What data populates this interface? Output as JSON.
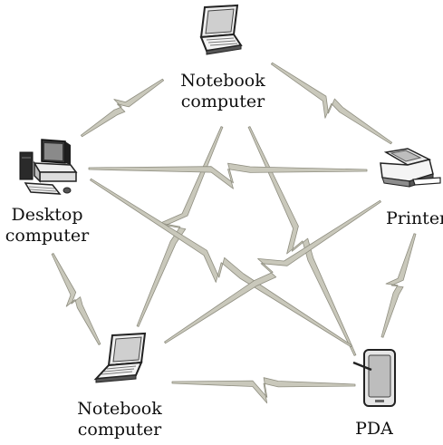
{
  "diagram": {
    "link_color": "#c9c8bb",
    "link_stroke": "#8f8e80",
    "nodes": {
      "notebook_top": {
        "icon": "laptop-icon",
        "label_lines": [
          "Notebook",
          "computer"
        ]
      },
      "desktop": {
        "icon": "desktop-computer-icon",
        "label_lines": [
          "Desktop",
          "computer"
        ]
      },
      "printer": {
        "icon": "printer-icon",
        "label_lines": [
          "Printer"
        ]
      },
      "notebook_bottom": {
        "icon": "laptop-icon",
        "label_lines": [
          "Notebook",
          "computer"
        ]
      },
      "pda": {
        "icon": "pda-icon",
        "label_lines": [
          "PDA"
        ]
      }
    },
    "links": [
      {
        "from": "notebook_top",
        "to": "desktop"
      },
      {
        "from": "notebook_top",
        "to": "printer"
      },
      {
        "from": "notebook_top",
        "to": "notebook_bottom"
      },
      {
        "from": "notebook_top",
        "to": "pda"
      },
      {
        "from": "desktop",
        "to": "printer"
      },
      {
        "from": "desktop",
        "to": "pda"
      },
      {
        "from": "desktop",
        "to": "notebook_bottom"
      },
      {
        "from": "printer",
        "to": "notebook_bottom"
      },
      {
        "from": "printer",
        "to": "pda"
      },
      {
        "from": "notebook_bottom",
        "to": "pda"
      }
    ]
  }
}
